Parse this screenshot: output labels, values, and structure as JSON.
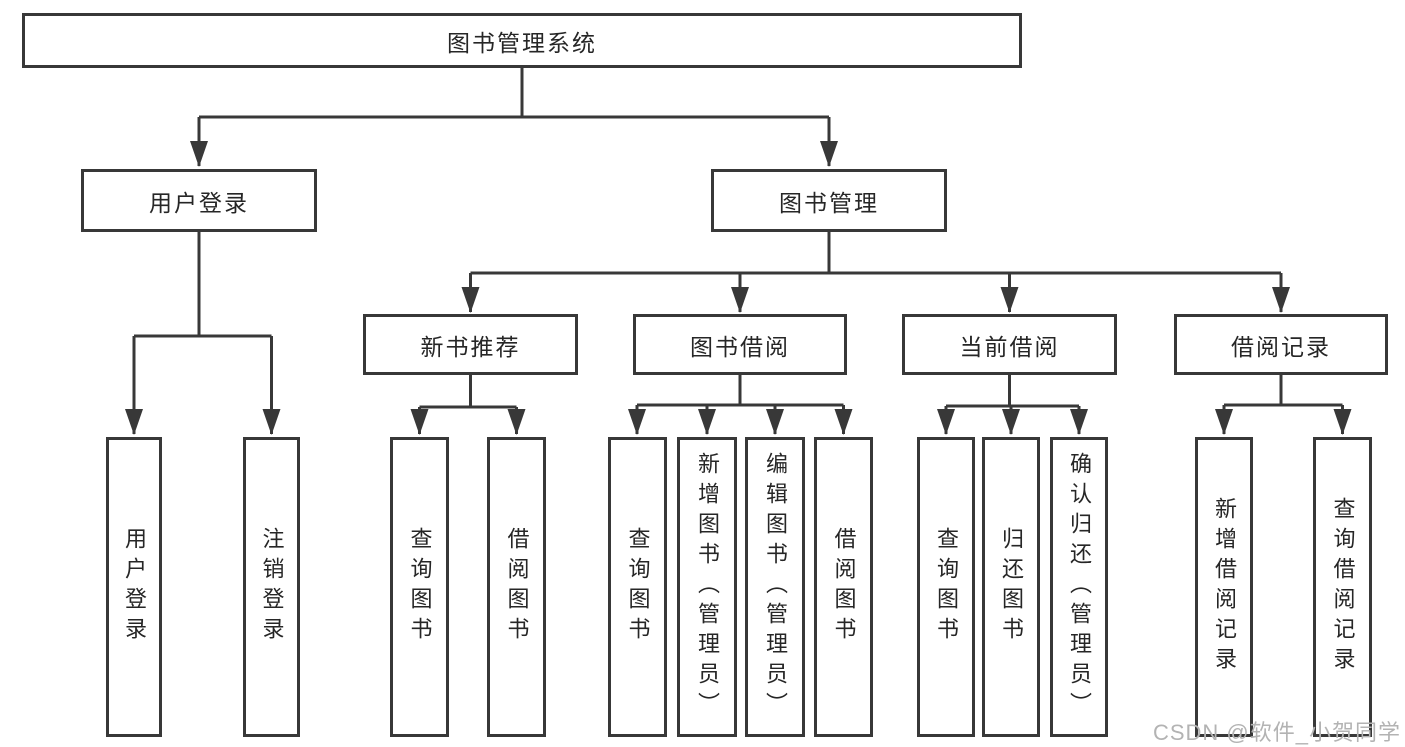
{
  "tree": {
    "root": "图书管理系统",
    "branches": [
      {
        "label": "用户登录",
        "children": [
          "用户登录",
          "注销登录"
        ]
      },
      {
        "label": "图书管理",
        "children": [
          {
            "label": "新书推荐",
            "children": [
              "查询图书",
              "借阅图书"
            ]
          },
          {
            "label": "图书借阅",
            "children": [
              "查询图书",
              "新增图书（管理员）",
              "编辑图书（管理员）",
              "借阅图书"
            ]
          },
          {
            "label": "当前借阅",
            "children": [
              "查询图书",
              "归还图书",
              "确认归还（管理员）"
            ]
          },
          {
            "label": "借阅记录",
            "children": [
              "新增借阅记录",
              "查询借阅记录"
            ]
          }
        ]
      }
    ]
  },
  "watermark": "CSDN @软件_小贺同学",
  "colors": {
    "line": "#383838",
    "text": "#262626",
    "background": "#ffffff",
    "watermark": "#b3b3b3"
  }
}
